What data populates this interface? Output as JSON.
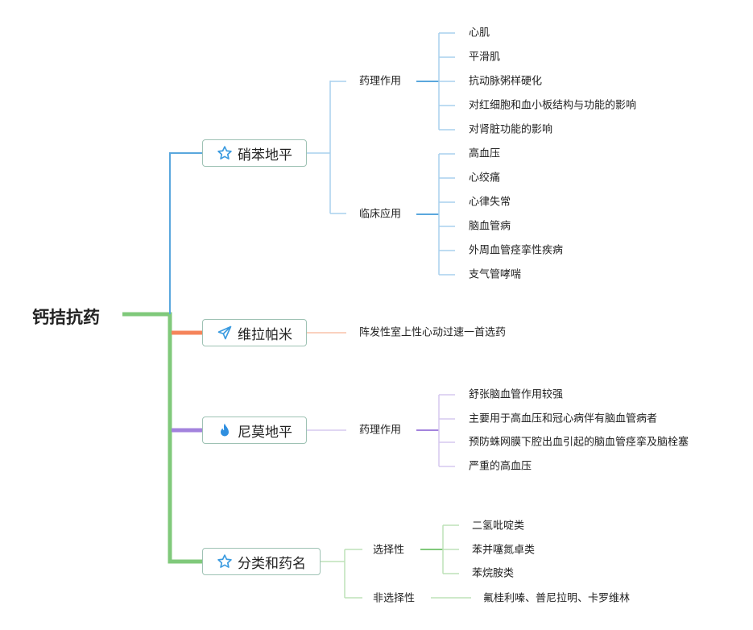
{
  "root": "钙拮抗药",
  "colors": {
    "blue": "#5aa7dd",
    "blue_light": "#a8d1ee",
    "orange": "#f5845a",
    "orange_light": "#f8c2aa",
    "purple": "#a383dd",
    "purple_light": "#d6c9ef",
    "green": "#80c97b",
    "green_light": "#bde2b8"
  },
  "branches": {
    "nifedipine": {
      "label": "硝苯地平",
      "icon": "star-icon",
      "pharm": {
        "label": "药理作用",
        "items": [
          "心肌",
          "平滑肌",
          "抗动脉粥样硬化",
          "对红细胞和血小板结构与功能的影响",
          "对肾脏功能的影响"
        ]
      },
      "clinical": {
        "label": "临床应用",
        "items": [
          "高血压",
          "心绞痛",
          "心律失常",
          "脑血管病",
          "外周血管痉挛性疾病",
          "支气管哮喘"
        ]
      }
    },
    "verapamil": {
      "label": "维拉帕米",
      "icon": "paper-plane-icon",
      "item": "阵发性室上性心动过速一首选药"
    },
    "nimodipine": {
      "label": "尼莫地平",
      "icon": "flame-icon",
      "pharm": {
        "label": "药理作用",
        "items": [
          "舒张脑血管作用较强",
          "主要用于高血压和冠心病伴有脑血管病者",
          "预防蛛网膜下腔出血引起的脑血管痉挛及脑栓塞",
          "严重的高血压"
        ]
      }
    },
    "classification": {
      "label": "分类和药名",
      "icon": "star-icon",
      "selective": {
        "label": "选择性",
        "items": [
          "二氢吡啶类",
          "苯并噻氮卓类",
          "苯烷胺类"
        ]
      },
      "nonselective": {
        "label": "非选择性",
        "item": "氟桂利嗪、普尼拉明、卡罗维林"
      }
    }
  }
}
